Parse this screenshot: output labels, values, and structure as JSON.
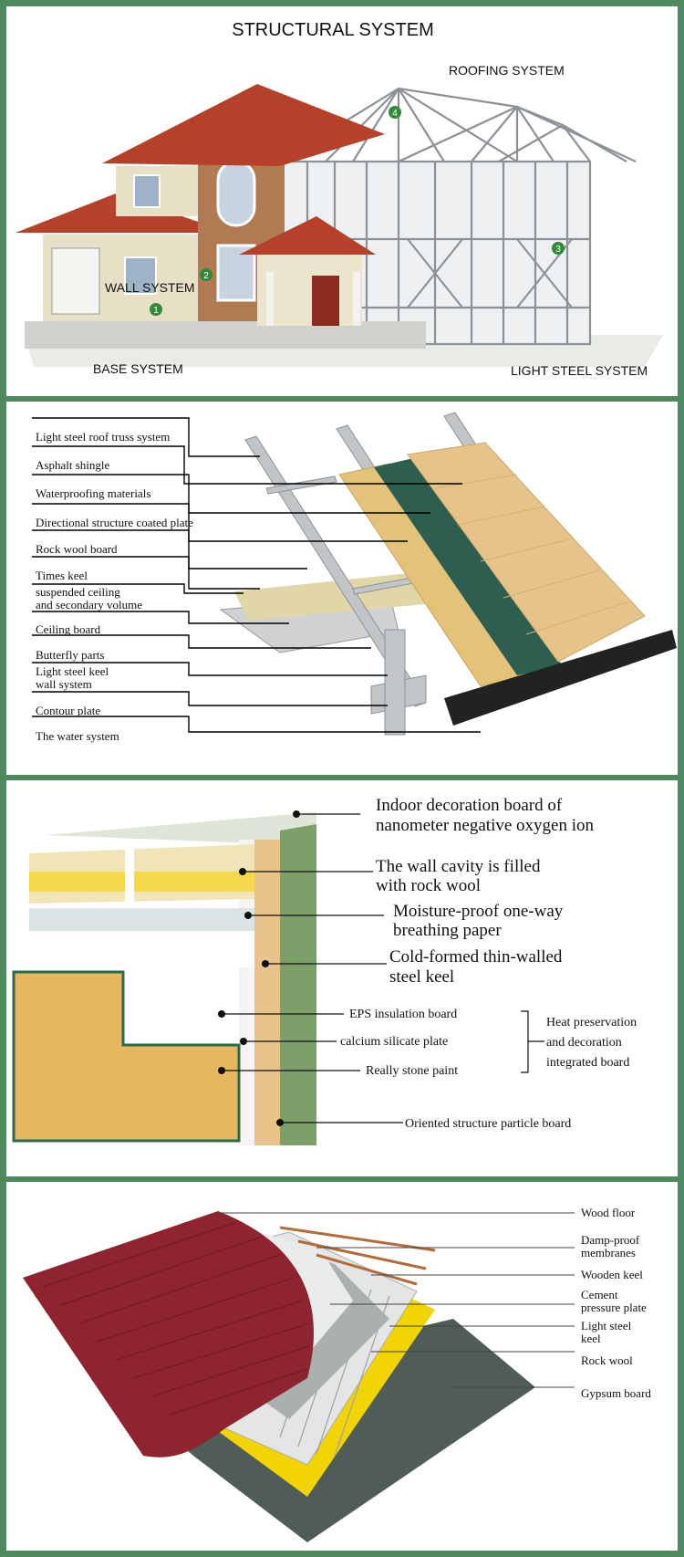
{
  "panel1": {
    "title": "STRUCTURAL SYSTEM",
    "roofing": "ROOFING SYSTEM",
    "wall": "WALL SYSTEM",
    "base": "BASE SYSTEM",
    "light_steel": "LIGHT STEEL SYSTEM",
    "markers": [
      "1",
      "2",
      "3",
      "4"
    ]
  },
  "panel2": {
    "labels": [
      "Light steel roof truss system",
      "Asphalt shingle",
      "Waterproofing materials",
      "Directional structure coated plate",
      "Rock wool board",
      "Times keel",
      "suspended ceiling",
      "and secondary volume",
      "Ceiling board",
      "Butterfly parts",
      "Light steel keel",
      "wall system",
      "Contour plate",
      "The water system"
    ]
  },
  "panel3": {
    "labels": [
      "Indoor decoration board of",
      "nanometer negative oxygen ion",
      "The wall cavity is filled",
      "with rock wool",
      "Moisture-proof one-way",
      "breathing paper",
      "Cold-formed thin-walled",
      "steel keel",
      "EPS insulation board",
      "calcium silicate plate",
      "Really stone paint",
      "Heat preservation",
      "and decoration",
      "integrated board",
      "Oriented structure particle board"
    ]
  },
  "panel4": {
    "labels": [
      "Wood floor",
      "Damp-proof",
      "membranes",
      "Wooden keel",
      "Cement",
      "pressure plate",
      "Light steel",
      "keel",
      "Rock wool",
      "Gypsum board"
    ]
  },
  "colors": {
    "frame": "#4f8a5e",
    "roof_red": "#b5412b",
    "steel": "#b9bcc0",
    "osb": "#e3c27a",
    "waterproof": "#2d5e50",
    "stucco": "#e6b75e",
    "floor_red": "#8e2430",
    "yellow": "#f2d400"
  }
}
